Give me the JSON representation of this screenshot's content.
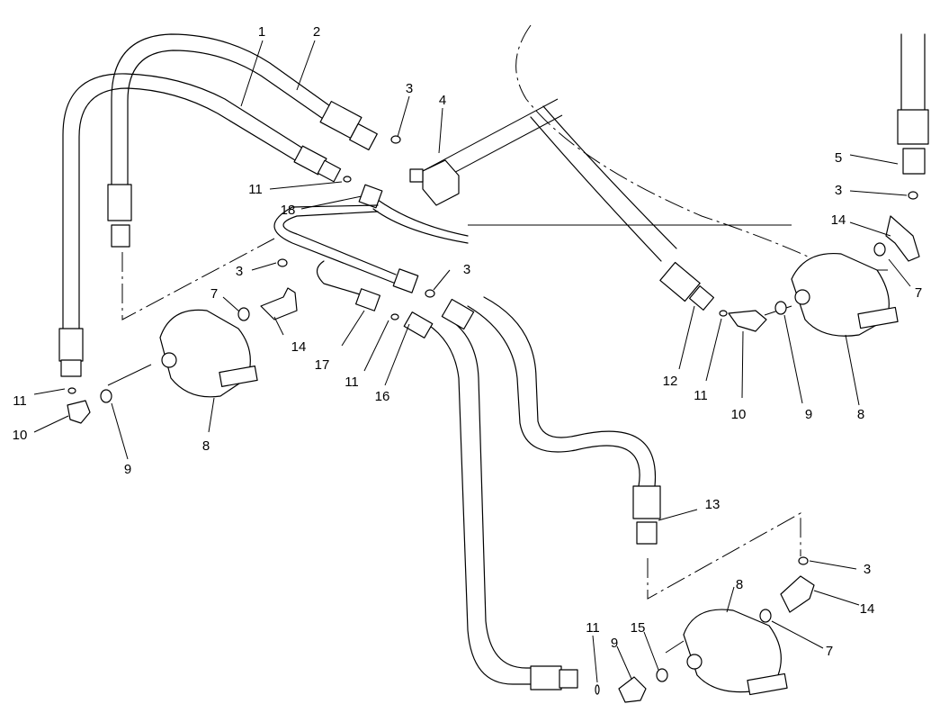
{
  "diagram": {
    "type": "exploded-parts-view",
    "callouts": [
      {
        "id": "c-1a",
        "text": "1"
      },
      {
        "id": "c-2a",
        "text": "2"
      },
      {
        "id": "c-3a",
        "text": "3"
      },
      {
        "id": "c-4a",
        "text": "4"
      },
      {
        "id": "c-11a",
        "text": "11"
      },
      {
        "id": "c-18a",
        "text": "18"
      },
      {
        "id": "c-3b",
        "text": "3"
      },
      {
        "id": "c-7a",
        "text": "7"
      },
      {
        "id": "c-14a",
        "text": "14"
      },
      {
        "id": "c-17a",
        "text": "17"
      },
      {
        "id": "c-11b",
        "text": "11"
      },
      {
        "id": "c-16a",
        "text": "16"
      },
      {
        "id": "c-3c",
        "text": "3"
      },
      {
        "id": "c-11c",
        "text": "11"
      },
      {
        "id": "c-10a",
        "text": "10"
      },
      {
        "id": "c-9a",
        "text": "9"
      },
      {
        "id": "c-8a",
        "text": "8"
      },
      {
        "id": "c-5a",
        "text": "5"
      },
      {
        "id": "c-3d",
        "text": "3"
      },
      {
        "id": "c-14b",
        "text": "14"
      },
      {
        "id": "c-7b",
        "text": "7"
      },
      {
        "id": "c-12a",
        "text": "12"
      },
      {
        "id": "c-11d",
        "text": "11"
      },
      {
        "id": "c-10b",
        "text": "10"
      },
      {
        "id": "c-9b",
        "text": "9"
      },
      {
        "id": "c-8b",
        "text": "8"
      },
      {
        "id": "c-13a",
        "text": "13"
      },
      {
        "id": "c-3e",
        "text": "3"
      },
      {
        "id": "c-8c",
        "text": "8"
      },
      {
        "id": "c-14c",
        "text": "14"
      },
      {
        "id": "c-7c",
        "text": "7"
      },
      {
        "id": "c-11e",
        "text": "11"
      },
      {
        "id": "c-9c",
        "text": "9"
      },
      {
        "id": "c-15a",
        "text": "15"
      }
    ]
  }
}
